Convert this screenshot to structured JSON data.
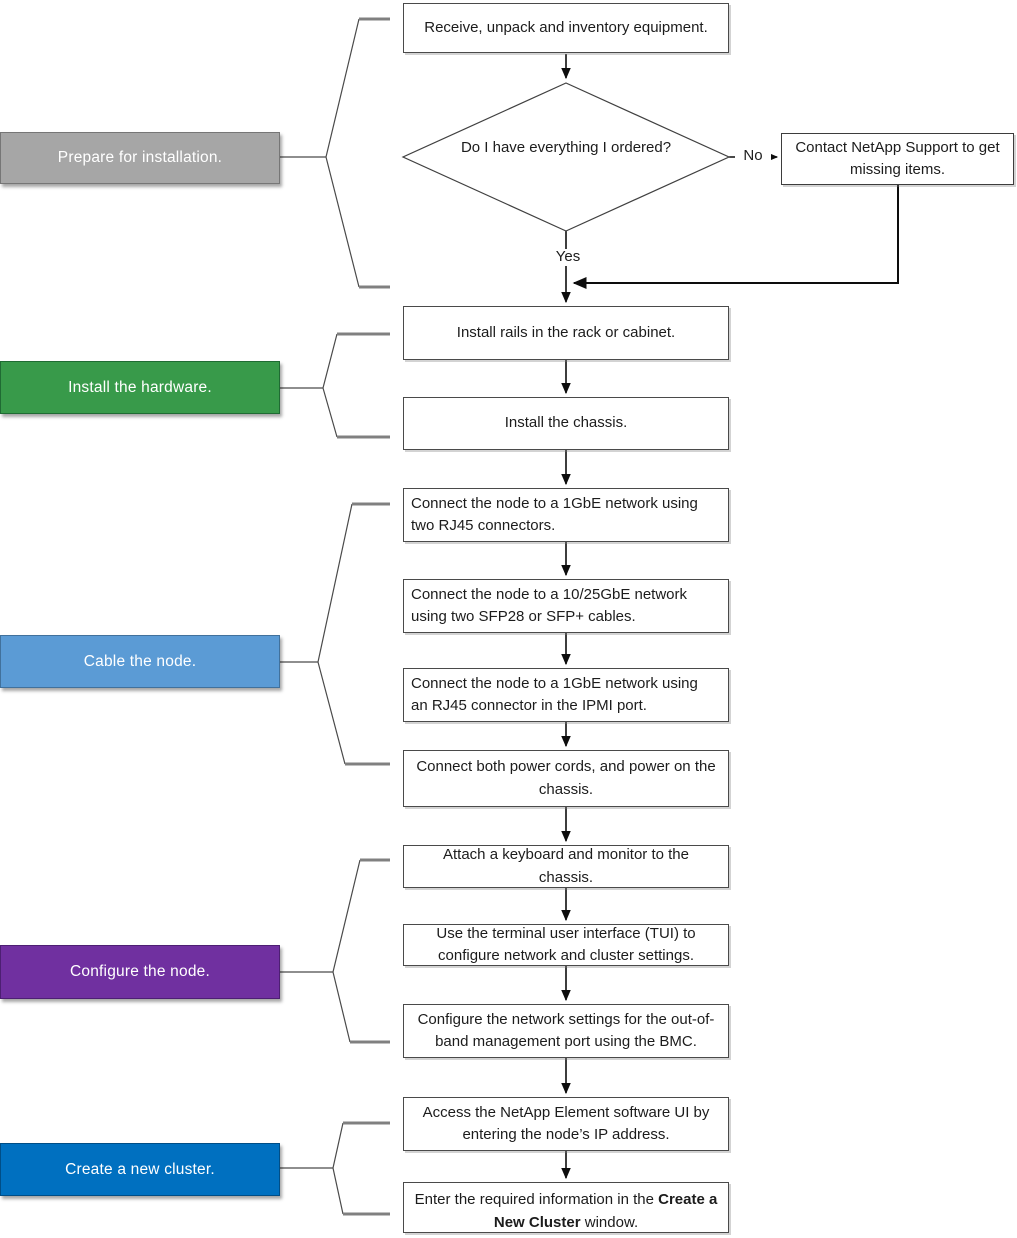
{
  "diagram": {
    "phases": [
      {
        "label": "Prepare for installation.",
        "fill": "#A6A6A6",
        "border": "#767676"
      },
      {
        "label": "Install the hardware.",
        "fill": "#389A4A",
        "border": "#1F6B33"
      },
      {
        "label": "Cable the node.",
        "fill": "#5B9BD5",
        "border": "#41719C"
      },
      {
        "label": "Configure the node.",
        "fill": "#7030A0",
        "border": "#4D1F73"
      },
      {
        "label": "Create a new cluster.",
        "fill": "#0070C0",
        "border": "#004E87"
      }
    ],
    "steps": [
      "Receive, unpack and inventory equipment.",
      "Install rails in the rack or cabinet.",
      "Install the chassis.",
      "Connect the node to a 1GbE network using two RJ45 connectors.",
      "Connect the node to a 10/25GbE network using two SFP28 or SFP+ cables.",
      "Connect the node to a 1GbE network using an RJ45 connector in the IPMI port.",
      "Connect both power cords, and power on the chassis.",
      "Attach a keyboard and monitor to the chassis.",
      "Use the terminal user interface (TUI) to configure network and cluster settings.",
      "Configure the network settings for the out-of-band management port using the BMC.",
      "Access the NetApp Element software UI by entering the node’s IP address."
    ],
    "decision": {
      "text": "Do I have everything I ordered?",
      "yes_label": "Yes",
      "no_label": "No"
    },
    "no_branch": {
      "text": "Contact NetApp Support to get missing items."
    },
    "final_step": {
      "pre": "Enter the required information in the ",
      "bold": "Create a New Cluster",
      "post": " window."
    },
    "line_color": "#404040",
    "text_color": "#FFFFFF"
  }
}
